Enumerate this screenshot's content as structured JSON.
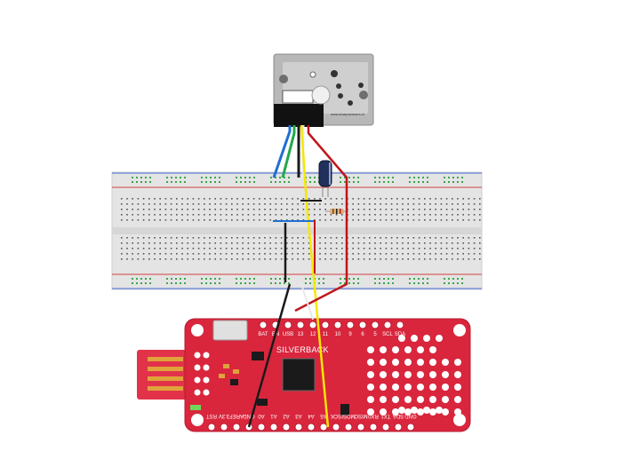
{
  "sensor": {
    "url_text": "www.sharpsensors.nl"
  },
  "board": {
    "brand": "SILVERBACK",
    "top_labels": [
      "BAT",
      "EN",
      "USB",
      "13",
      "12",
      "11",
      "10",
      "9",
      "6",
      "5",
      "SCL",
      "SDA"
    ],
    "bottom_labels": [
      "RST",
      "3.3V",
      "AREF",
      "GND",
      "A0",
      "A1",
      "A2",
      "A3",
      "A4",
      "A5",
      "SCK",
      "MOSI",
      "MISO",
      "RX0",
      "TX1",
      "SDA",
      "GND"
    ]
  },
  "wires": [
    {
      "name": "wire-blue",
      "color": "#1f6fd1"
    },
    {
      "name": "wire-green",
      "color": "#22a84a"
    },
    {
      "name": "wire-white",
      "color": "#e8e8e8"
    },
    {
      "name": "wire-yellow",
      "color": "#f4e800"
    },
    {
      "name": "wire-black",
      "color": "#1a1a1a"
    },
    {
      "name": "wire-red",
      "color": "#c0161b"
    }
  ],
  "colors": {
    "board_red": "#d9263d",
    "breadboard": "#e4e4e4",
    "rail_red": "#d64040",
    "rail_blue": "#4a6fd9",
    "hole_green": "#3aa64a",
    "sensor_gray": "#c8c8c8",
    "usb_connector": "#e2324a",
    "gold": "#e0a23a"
  }
}
